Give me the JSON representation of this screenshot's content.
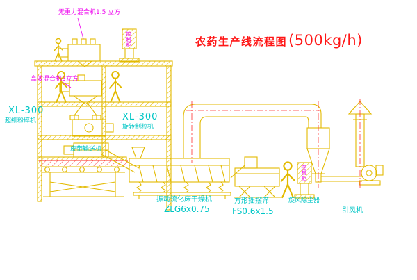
{
  "title": {
    "main": "农药生产线流程图",
    "capacity": "(500kg/h)"
  },
  "labels": {
    "top_mixer": "无重力混合机1.5 立方",
    "mid_mixer": "高效混合机3立方",
    "left_machine_model": "XL-300",
    "left_machine_name": "超细粉碎机",
    "mid_machine_model": "XL-300",
    "mid_machine_name": "旋转制粒机",
    "belt_conveyor": "皮带输送机",
    "dryer_name": "振动流化床干燥机",
    "dryer_model": "ZLG6x0.75",
    "sieve_name": "方形摇摆筛",
    "sieve_model": "FS0.6x1.5",
    "cyclone": "旋风除尘器",
    "fan": "引风机",
    "control_cabinet_top": "控制柜",
    "control_cabinet_bottom": "控制柜"
  },
  "colors": {
    "line_yellow": "#e3ba00",
    "label_cyan": "#00c6c6",
    "label_magenta": "#ee00ee",
    "title_red": "#ff1616",
    "centerline_red": "#ff3030",
    "background": "#ffffff"
  }
}
